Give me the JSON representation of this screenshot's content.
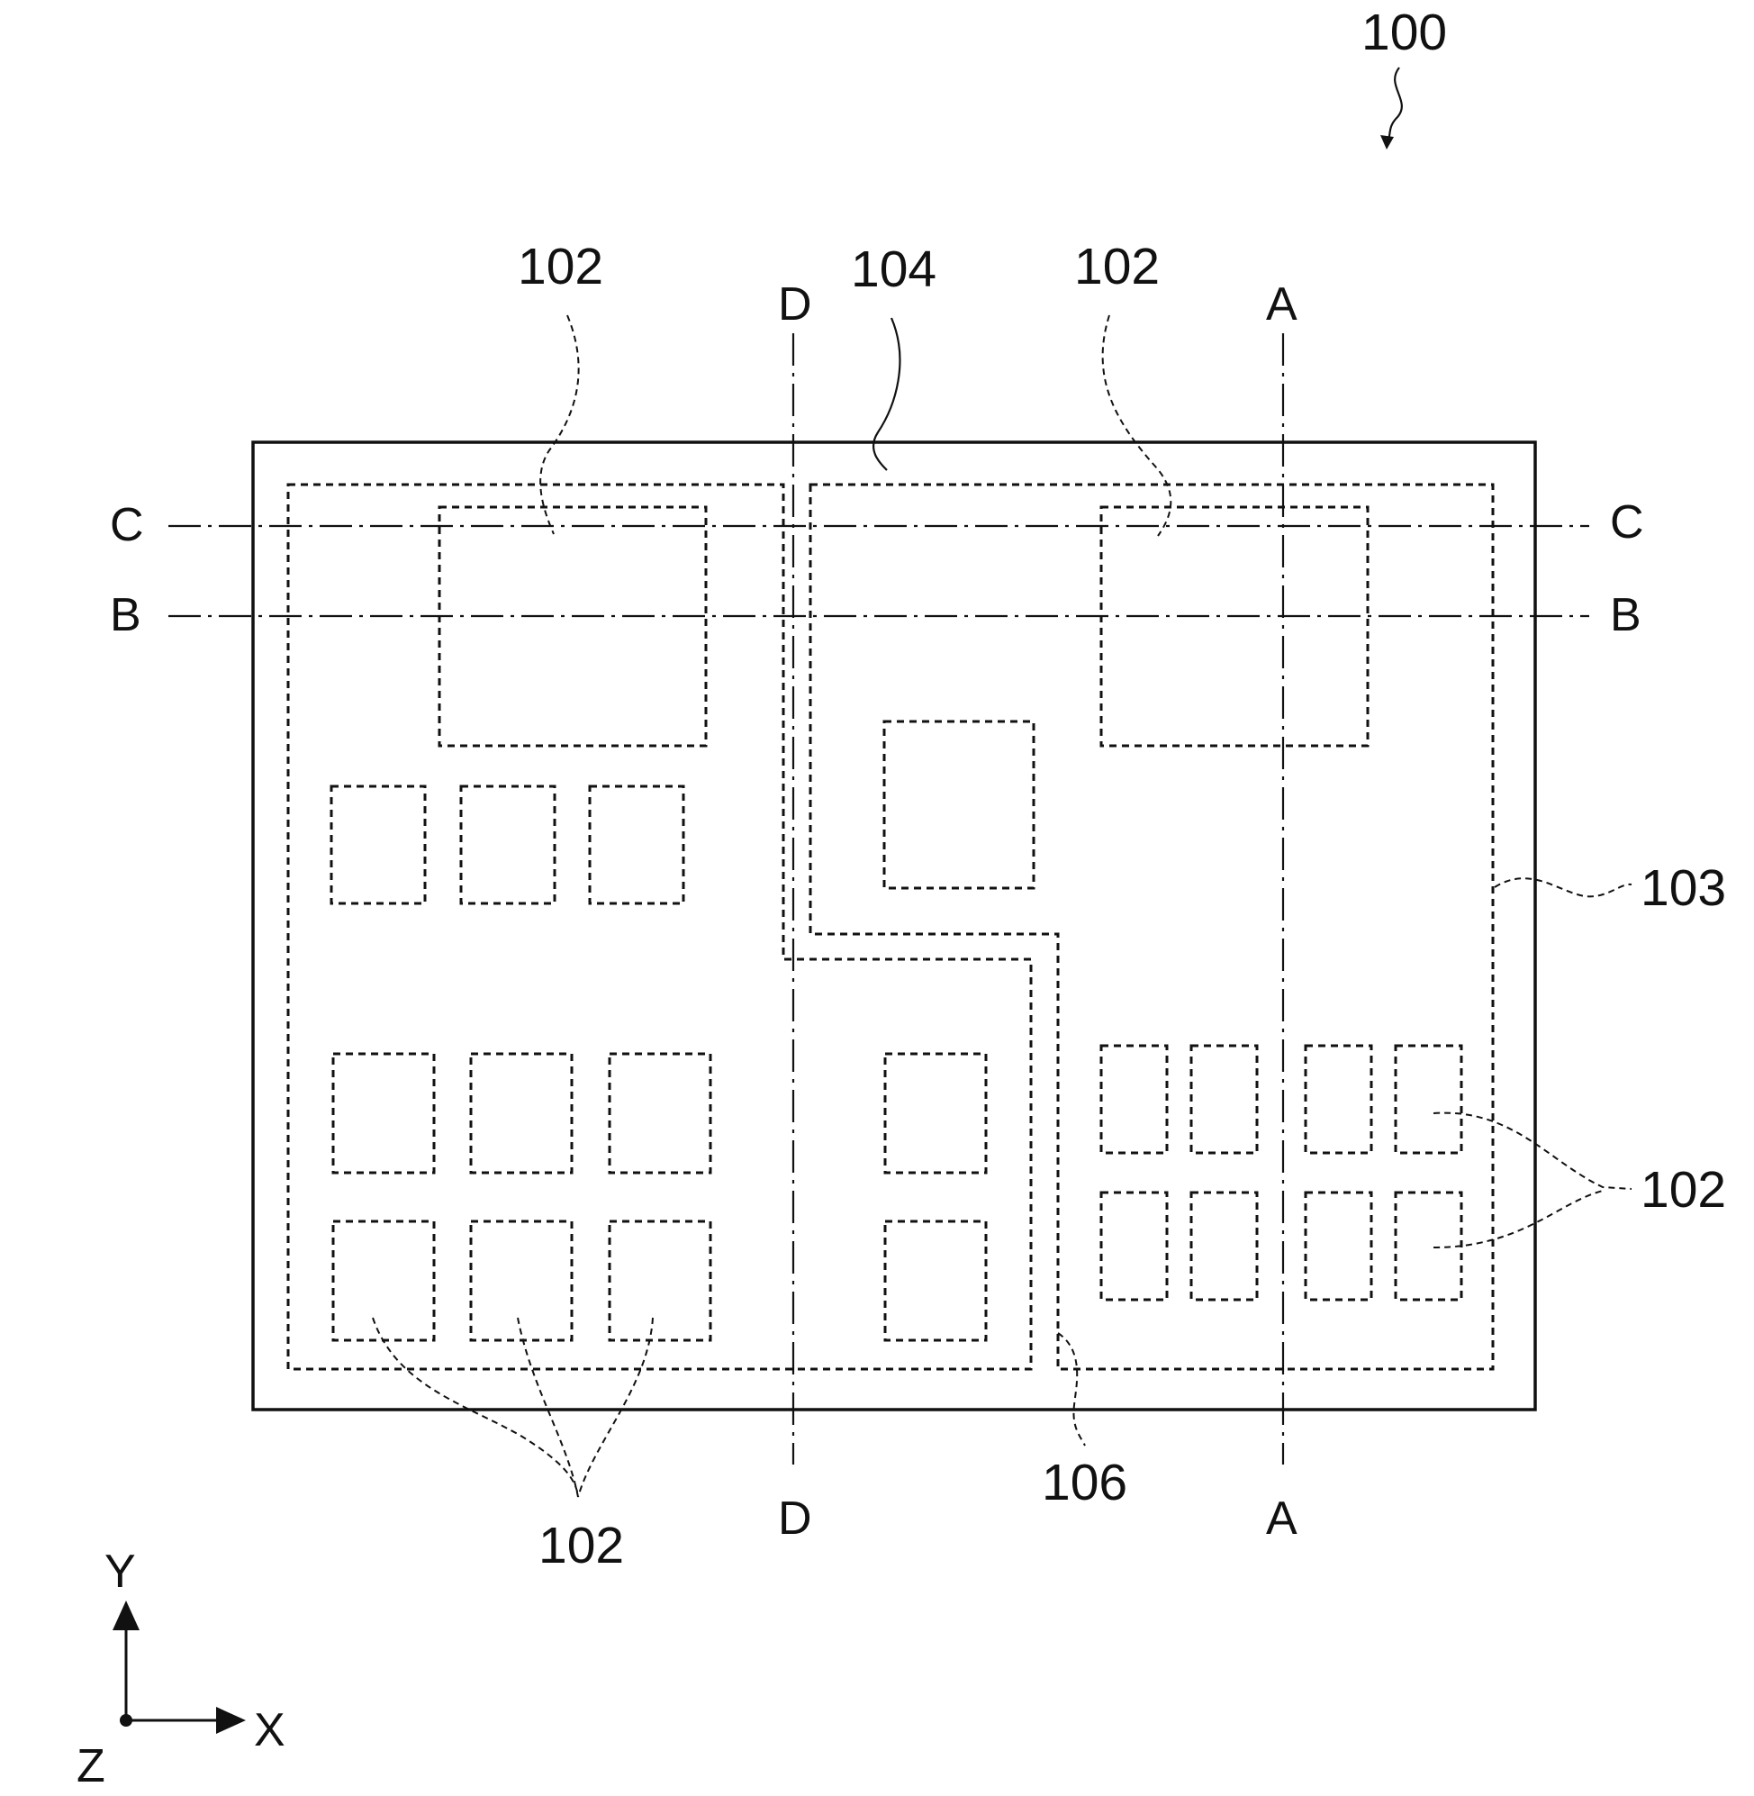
{
  "labels": {
    "device": "100",
    "chip_region": "103",
    "substrate": "104",
    "separator": "106",
    "element_top_left": "102",
    "element_top_right": "102",
    "element_right_group": "102",
    "element_bottom_group": "102"
  },
  "section_lines": {
    "a_top": "A",
    "a_bottom": "A",
    "b_left": "B",
    "b_right": "B",
    "c_left": "C",
    "c_right": "C",
    "d_top": "D",
    "d_bottom": "D"
  },
  "axes": {
    "x": "X",
    "y": "Y",
    "z": "Z"
  }
}
